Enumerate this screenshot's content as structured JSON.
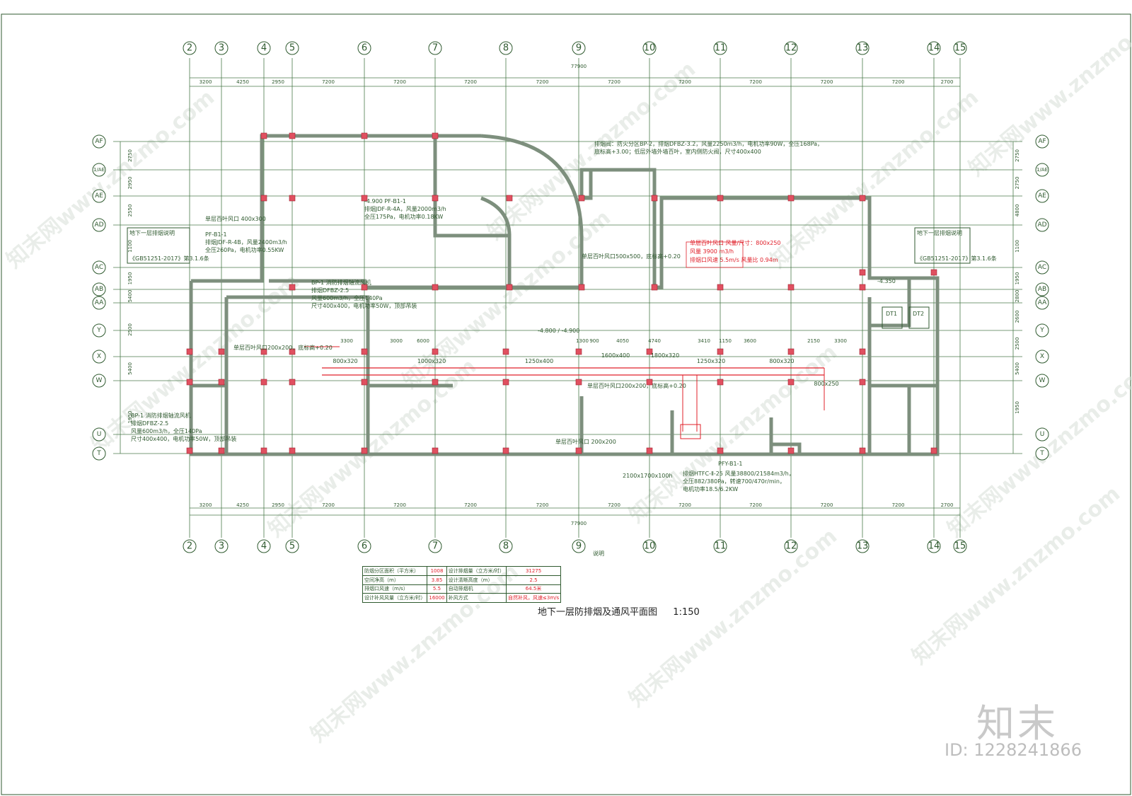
{
  "drawing": {
    "title": "地下一层防排烟及通风平面图",
    "scale": "1:150",
    "total_dim": "77900",
    "brand": "知末",
    "id_text": "ID: 1228241866",
    "watermark": "知末网www.znzmo.com"
  },
  "grid_columns": [
    "2",
    "3",
    "4",
    "5",
    "6",
    "7",
    "8",
    "9",
    "10",
    "11",
    "12",
    "13",
    "14",
    "15"
  ],
  "grid_rows": [
    "AF",
    "1/AE",
    "AE",
    "AD",
    "AC",
    "AB",
    "AA",
    "Y",
    "X",
    "W",
    "U",
    "T"
  ],
  "top_spans": [
    "3200",
    "4250",
    "2950",
    "7200",
    "7200",
    "7200",
    "7200",
    "7200",
    "7200",
    "7200",
    "7200",
    "7200",
    "2700"
  ],
  "left_spans": [
    "2750",
    "2950",
    "2550",
    "1100",
    "1950",
    "5400",
    "2500",
    "5400",
    "1950"
  ],
  "right_spans": [
    "2750",
    "2750",
    "4800",
    "1100",
    "1950",
    "2800",
    "2600",
    "2500",
    "5400",
    "1950"
  ],
  "inner_dims": [
    "3300",
    "6000",
    "3000",
    "1300",
    "900",
    "4050",
    "4740",
    "3410",
    "1150",
    "3600",
    "2150",
    "3300"
  ],
  "notes": {
    "n1": "排烟阀：防火分区BP-2，排烟DFBZ-3.2，风量2250m3/h，电机功率90W，全压168Pa，",
    "n2": "底标高+3.00；低层外墙外墙百叶，室内侧防火阀，尺寸400x400",
    "n3": "-4.900 PF-B1-1",
    "n4": "排烟JDF-R-4A，风量2000m3/h",
    "n5": "全压175Pa，电机功率0.18KW",
    "n6": "单层百叶风口 400x300",
    "n7": "PF-B1-1",
    "n8": "排烟JDF-R-4B，风量2400m3/h",
    "n9": "全压260Pa，电机功率0.55KW",
    "n10": "单层百叶风口500x500，底标高+0.20",
    "n11": "BP-1 消防排烟轴流风机",
    "n12": "排烟DFBZ-2.5",
    "n13": "风量600m3/h，全压140Pa",
    "n14": "尺寸400x400，电机功率50W，顶部吊装",
    "n15": "单层百叶风口200x200，底标高+0.20",
    "n16": "BP-1 消防排烟轴流风机",
    "n17": "排烟DFBZ-2.5",
    "n18": "风量600m3/h，全压140Pa",
    "n19": "尺寸400x400，电机功率50W，顶部吊装",
    "n20": "PFY-B1-1",
    "n21": "排烟HTFC-Ⅱ-25 风量38800/21584m3/h，",
    "n22": "全压882/380Pa，转速700/470r/min，",
    "n23": "电机功率18.5/6.2KW",
    "n24": "2100x1700x100h",
    "n25": "单层百叶风口200x200，底标高+0.20",
    "n26": "单层百叶风口 200x200",
    "n27": "地下一层排烟说明",
    "n28": "《GB51251-2017》第3.1.6条",
    "n29": "地下一层排烟说明",
    "n30": "《GB51251-2017》第3.1.6条",
    "n31": "单层百叶风口 风量/尺寸：800x250",
    "n32": "风量 3900 m3/h",
    "n33": "排烟口风速 5.5m/s 风量比 0.94m",
    "n34": "-4.800 / -4.900",
    "n35": "-4.350",
    "n36": "DT1",
    "n37": "DT2",
    "n38": "说明"
  },
  "duct_labels": [
    "800x320",
    "1000x320",
    "1250x400",
    "1600x400",
    "1800x320",
    "1250x320",
    "800x320",
    "800x250"
  ],
  "table": {
    "rows": [
      {
        "l1": "防烟分区面积（平方米）",
        "v1": "1008",
        "l2": "设计排烟量（立方米/时）",
        "v2": "31275"
      },
      {
        "l1": "空间净高（m）",
        "v1": "3.85",
        "l2": "设计清晰高度（m）",
        "v2": "2.5"
      },
      {
        "l1": "排烟口风速（m/s）",
        "v1": "5.5",
        "l2": "自动排烟机",
        "v2": "64.5米"
      },
      {
        "l1": "设计补风风量（立方米/时）",
        "v1": "16000",
        "l2": "补风方式",
        "v2": "自然补风，风速≤3m/s"
      }
    ]
  },
  "colors": {
    "grid": "#4b7a4b",
    "walls": "#7d8f7d",
    "duct": "#e0202a",
    "column": "#e05060"
  }
}
